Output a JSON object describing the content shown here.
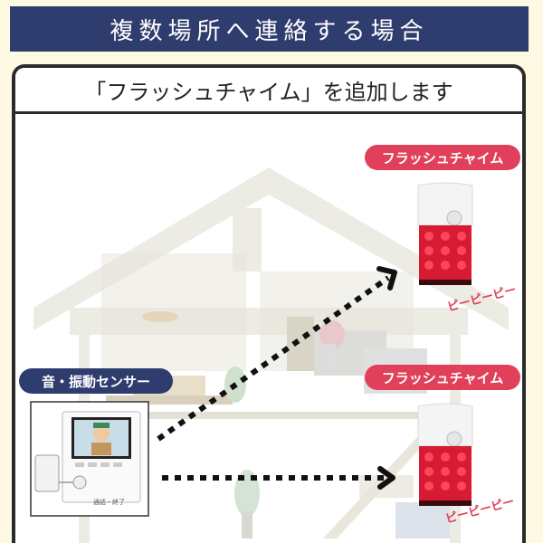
{
  "header": {
    "title": "複数場所へ連絡する場合"
  },
  "panel": {
    "subtitle": "「フラッシュチャイム」を追加します"
  },
  "labels": {
    "chime_top": "フラッシュチャイム",
    "chime_bottom": "フラッシュチャイム",
    "sensor": "音・振動センサー"
  },
  "sounds": {
    "beep_top": "ピーピーピー",
    "beep_bottom": "ピーピーピー"
  },
  "intercom": {
    "call_button": "通話・終了"
  },
  "colors": {
    "navy": "#2f3c6e",
    "badge_red": "#e0405a",
    "background": "#fdf9e3",
    "light_red": "#e01a35"
  },
  "icons": [
    "house-illustration-icon",
    "intercom-device-icon",
    "flash-chime-icon",
    "dotted-arrow-icon"
  ]
}
